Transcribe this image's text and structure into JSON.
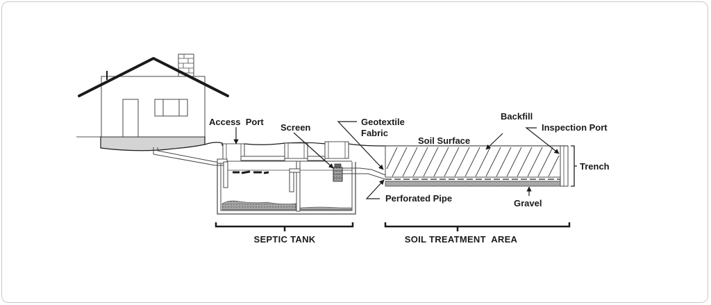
{
  "diagram": {
    "title": "Septic system cross-section",
    "labels": {
      "access_port": "Access  Port",
      "screen": "Screen",
      "geotextile_line1": "Geotextile",
      "geotextile_line2": "Fabric",
      "backfill": "Backfill",
      "inspection_port": "Inspection Port",
      "soil_surface": "Soil Surface",
      "trench": "Trench",
      "perforated_pipe": "Perforated Pipe",
      "gravel": "Gravel"
    },
    "sections": {
      "septic_tank": "SEPTIC TANK",
      "soil_treatment_area": "SOIL TREATMENT  AREA"
    },
    "colors": {
      "line": "#1a1a1a",
      "foundation": "#d4d4d4",
      "gravel": "#9a9a9a",
      "frame_border": "#c8c8c8"
    }
  }
}
